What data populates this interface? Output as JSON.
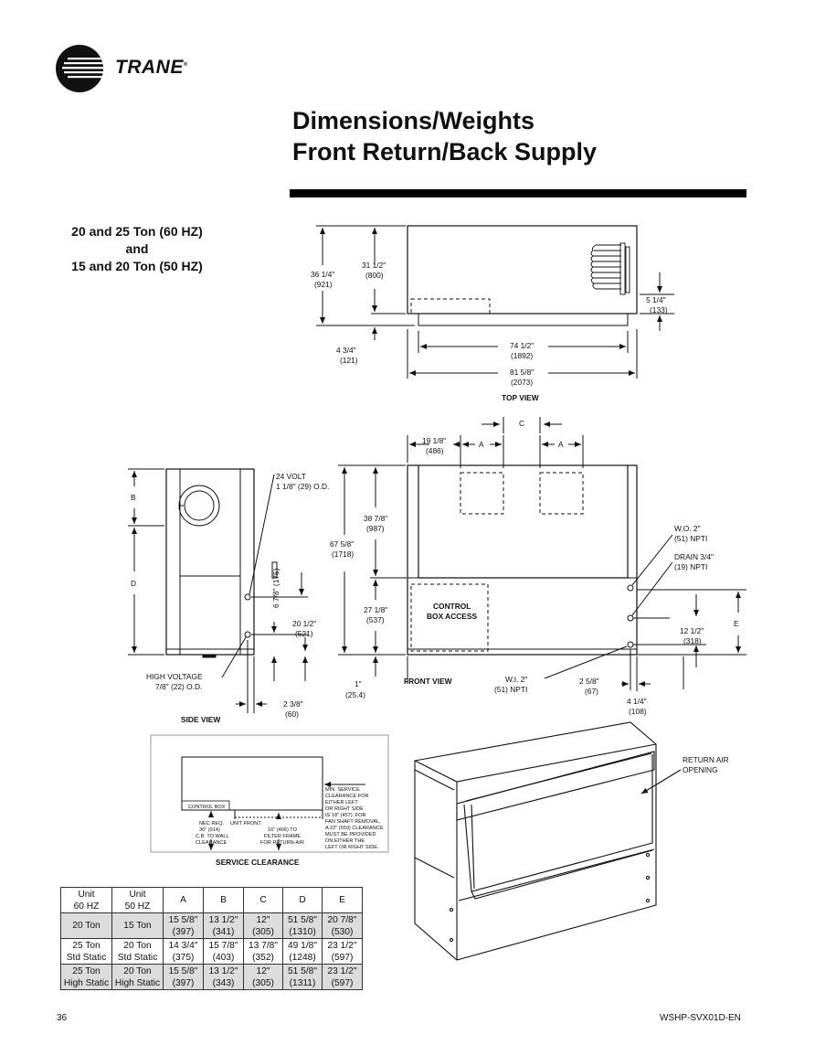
{
  "brand": {
    "name": "TRANE",
    "mark": "®"
  },
  "title": {
    "line1": "Dimensions/Weights",
    "line2": "Front Return/Back Supply"
  },
  "subhead": {
    "line1": "20 and 25 Ton (60 HZ)",
    "line2": "and",
    "line3": "15 and 20 Ton (50 HZ)"
  },
  "top_view": {
    "caption": "TOP VIEW",
    "dim_36_in": "36 1/4\"",
    "dim_36_mm": "(921)",
    "dim_31_in": "31 1/2\"",
    "dim_31_mm": "(800)",
    "dim_4_in": "4 3/4\"",
    "dim_4_mm": "(121)",
    "dim_5_in": "5 1/4\"",
    "dim_5_mm": "(133)",
    "dim_74_in": "74 1/2\"",
    "dim_74_mm": "(1892)",
    "dim_81_in": "81 5/8\"",
    "dim_81_mm": "(2073)"
  },
  "front_view": {
    "caption": "FRONT VIEW",
    "label_c": "C",
    "label_a": "A",
    "dim_19_in": "19 1/8\"",
    "dim_19_mm": "(486)",
    "dim_38_in": "38 7/8\"",
    "dim_38_mm": "(987)",
    "dim_67_in": "67 5/8\"",
    "dim_67_mm": "(1718)",
    "dim_27_in": "27 1/8\"",
    "dim_27_mm": "(537)",
    "dim_1_in": "1\"",
    "dim_1_mm": "(25.4)",
    "control_box_1": "CONTROL",
    "control_box_2": "BOX ACCESS",
    "wo_1": "W.O. 2\"",
    "wo_2": "(51) NPTI",
    "drain_1": "DRAIN 3/4\"",
    "drain_2": "(19) NPTI",
    "label_e": "E",
    "dim_12_in": "12 1/2\"",
    "dim_12_mm": "(318)",
    "wi_1": "W.I. 2\"",
    "wi_2": "(51) NPTI",
    "dim_2_5_in": "2 5/8\"",
    "dim_2_5_mm": "(67)",
    "dim_4_1_in": "4 1/4\"",
    "dim_4_1_mm": "(108)"
  },
  "side_view": {
    "caption": "SIDE VIEW",
    "label_b": "B",
    "label_d": "D",
    "volt_1": "24 VOLT",
    "volt_2": "1 1/8\" (29) O.D.",
    "dim_6_in": "6 7/8\" (175)",
    "dim_20_in": "20 1/2\"",
    "dim_20_mm": "(521)",
    "hv_1": "HIGH VOLTAGE",
    "hv_2": "7/8\" (22) O.D.",
    "dim_2_3_in": "2 3/8\"",
    "dim_2_3_mm": "(60)"
  },
  "service": {
    "caption": "SERVICE CLEARANCE",
    "control_box": "CONTROL BOX",
    "unit_front": "UNIT FRONT",
    "nec_lines": [
      "NEC REQ.",
      "36\" (914)",
      "C.B. TO WALL",
      "CLEARANCE"
    ],
    "filter_lines": [
      "16\" (406) TO",
      "FILTER FRAME",
      "FOR RETURN-AIR"
    ],
    "note_lines": [
      "MIN. SERVICE",
      "CLEARANCE FOR",
      "EITHER LEFT",
      "OR RIGHT SIDE",
      "IS 18\" (457). FOR",
      "FAN SHAFT REMOVAL,",
      "A 22\" (559) CLEARANCE",
      "MUST BE PROVIDED",
      "ON EITHER THE",
      "LEFT OR RIGHT SIDE."
    ]
  },
  "iso_view": {
    "label_1": "RETURN AIR",
    "label_2": "OPENING"
  },
  "table": {
    "headers": [
      [
        "Unit",
        "60 HZ"
      ],
      [
        "Unit",
        "50 HZ"
      ],
      [
        "A",
        ""
      ],
      [
        "B",
        ""
      ],
      [
        "C",
        ""
      ],
      [
        "D",
        ""
      ],
      [
        "E",
        ""
      ]
    ],
    "rows": [
      [
        [
          "20 Ton",
          ""
        ],
        [
          "15 Ton",
          ""
        ],
        [
          "15 5/8\"",
          "(397)"
        ],
        [
          "13 1/2\"",
          "(341)"
        ],
        [
          "12\"",
          "(305)"
        ],
        [
          "51 5/8\"",
          "(1310)"
        ],
        [
          "20 7/8\"",
          "(530)"
        ]
      ],
      [
        [
          "25 Ton",
          "Std Static"
        ],
        [
          "20 Ton",
          "Std Static"
        ],
        [
          "14 3/4\"",
          "(375)"
        ],
        [
          "15 7/8\"",
          "(403)"
        ],
        [
          "13 7/8\"",
          "(352)"
        ],
        [
          "49 1/8\"",
          "(1248)"
        ],
        [
          "23 1/2\"",
          "(597)"
        ]
      ],
      [
        [
          "25 Ton",
          "High Static"
        ],
        [
          "20 Ton",
          "High Static"
        ],
        [
          "15 5/8\"",
          "(397)"
        ],
        [
          "13 1/2\"",
          "(343)"
        ],
        [
          "12\"",
          "(305)"
        ],
        [
          "51 5/8\"",
          "(1311)"
        ],
        [
          "23 1/2\"",
          "(597)"
        ]
      ]
    ]
  },
  "footer": {
    "page": "36",
    "doc": "WSHP-SVX01D-EN"
  }
}
